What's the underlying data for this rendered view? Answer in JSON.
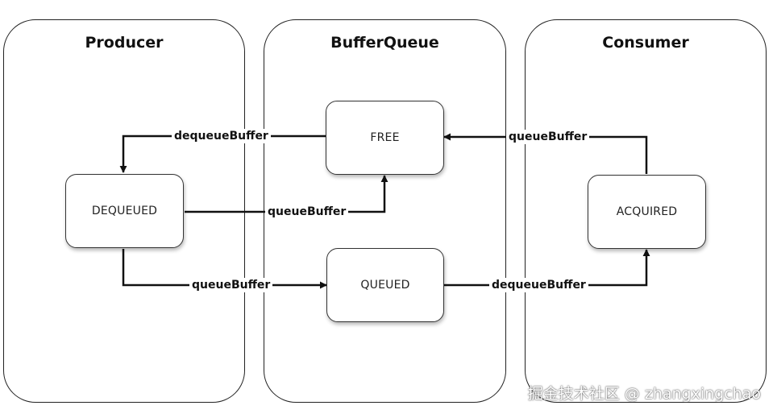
{
  "lanes": {
    "producer": "Producer",
    "bufferqueue": "BufferQueue",
    "consumer": "Consumer"
  },
  "states": {
    "free": "FREE",
    "dequeued": "DEQUEUED",
    "queued": "QUEUED",
    "acquired": "ACQUIRED"
  },
  "edges": {
    "free_to_dequeued": "dequeueBuffer",
    "dequeued_to_free": "queueBuffer",
    "dequeued_to_queued": "queueBuffer",
    "acquired_to_free": "queueBuffer",
    "queued_to_acquired": "dequeueBuffer"
  },
  "watermark": "掘金技术社区 @ zhangxingchao"
}
